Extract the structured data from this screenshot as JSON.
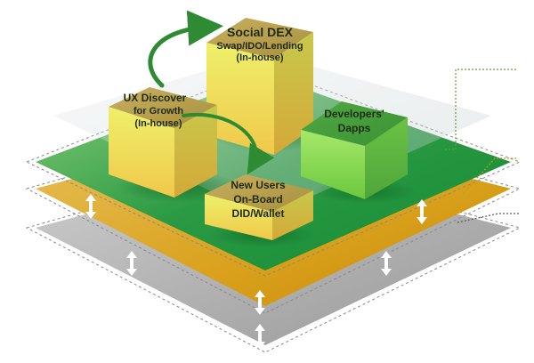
{
  "blocks": {
    "social_dex": {
      "title": "Social DEX",
      "line2": "Swap/IDO/Lending",
      "line3": "(In-house)"
    },
    "ux_discover": {
      "title": "UX Discover",
      "line2": "for Growth",
      "line3": "(In-house)"
    },
    "developers": {
      "title": "Developers'",
      "line2": "Dapps"
    },
    "new_users": {
      "title": "New Users",
      "line2": "On-Board",
      "line3": "DID/Wallet"
    }
  },
  "colors": {
    "green_layer": "#2f9b3f",
    "gold_layer": "#d8a21a",
    "gray_layer": "#9c9c9c",
    "cube_yellow": "#e6d860",
    "cube_green": "#86d64a",
    "arrow_green": "#2f8a34",
    "leader_gold": "#c99a16",
    "leader_gray": "#555555"
  },
  "icons": {
    "layer_arrow": "double-headed-arrow-icon",
    "flow_arrow": "curved-arrow-icon"
  }
}
